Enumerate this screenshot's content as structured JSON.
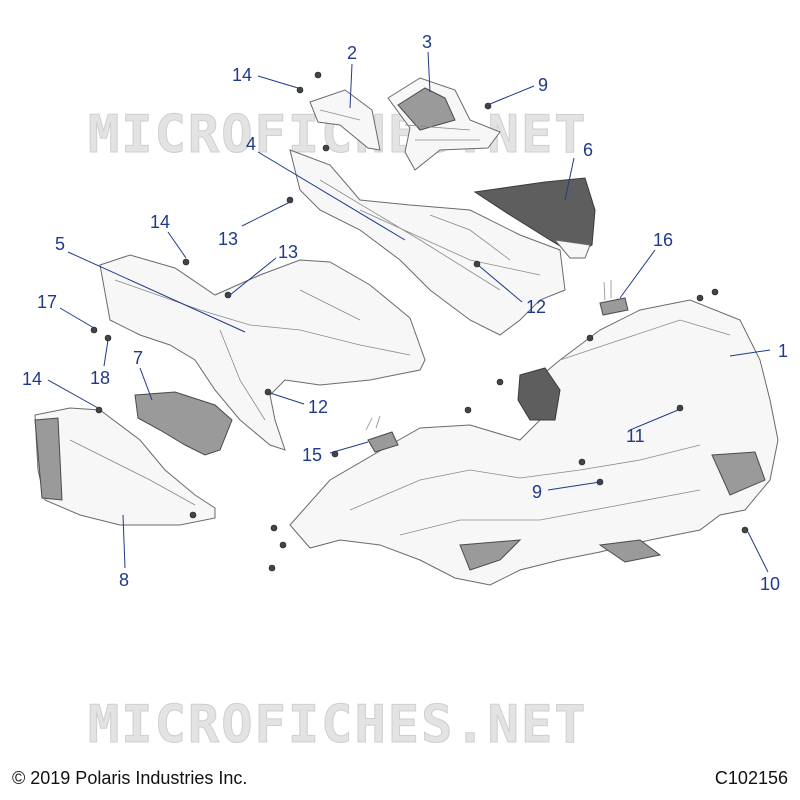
{
  "watermarks": [
    "MICROFICHES.NET",
    "MICROFICHES.NET"
  ],
  "callouts": [
    "1",
    "2",
    "3",
    "4",
    "5",
    "6",
    "7",
    "8",
    "9",
    "9",
    "10",
    "11",
    "12",
    "12",
    "13",
    "13",
    "14",
    "14",
    "14",
    "15",
    "16",
    "17",
    "18"
  ],
  "footer": {
    "copyright": "© 2019 Polaris Industries Inc.",
    "drawing_id": "C102156"
  },
  "colors": {
    "callout": "#1f3a8a",
    "part_outline": "#6a6a6a",
    "watermark": "#e3e3e3"
  }
}
